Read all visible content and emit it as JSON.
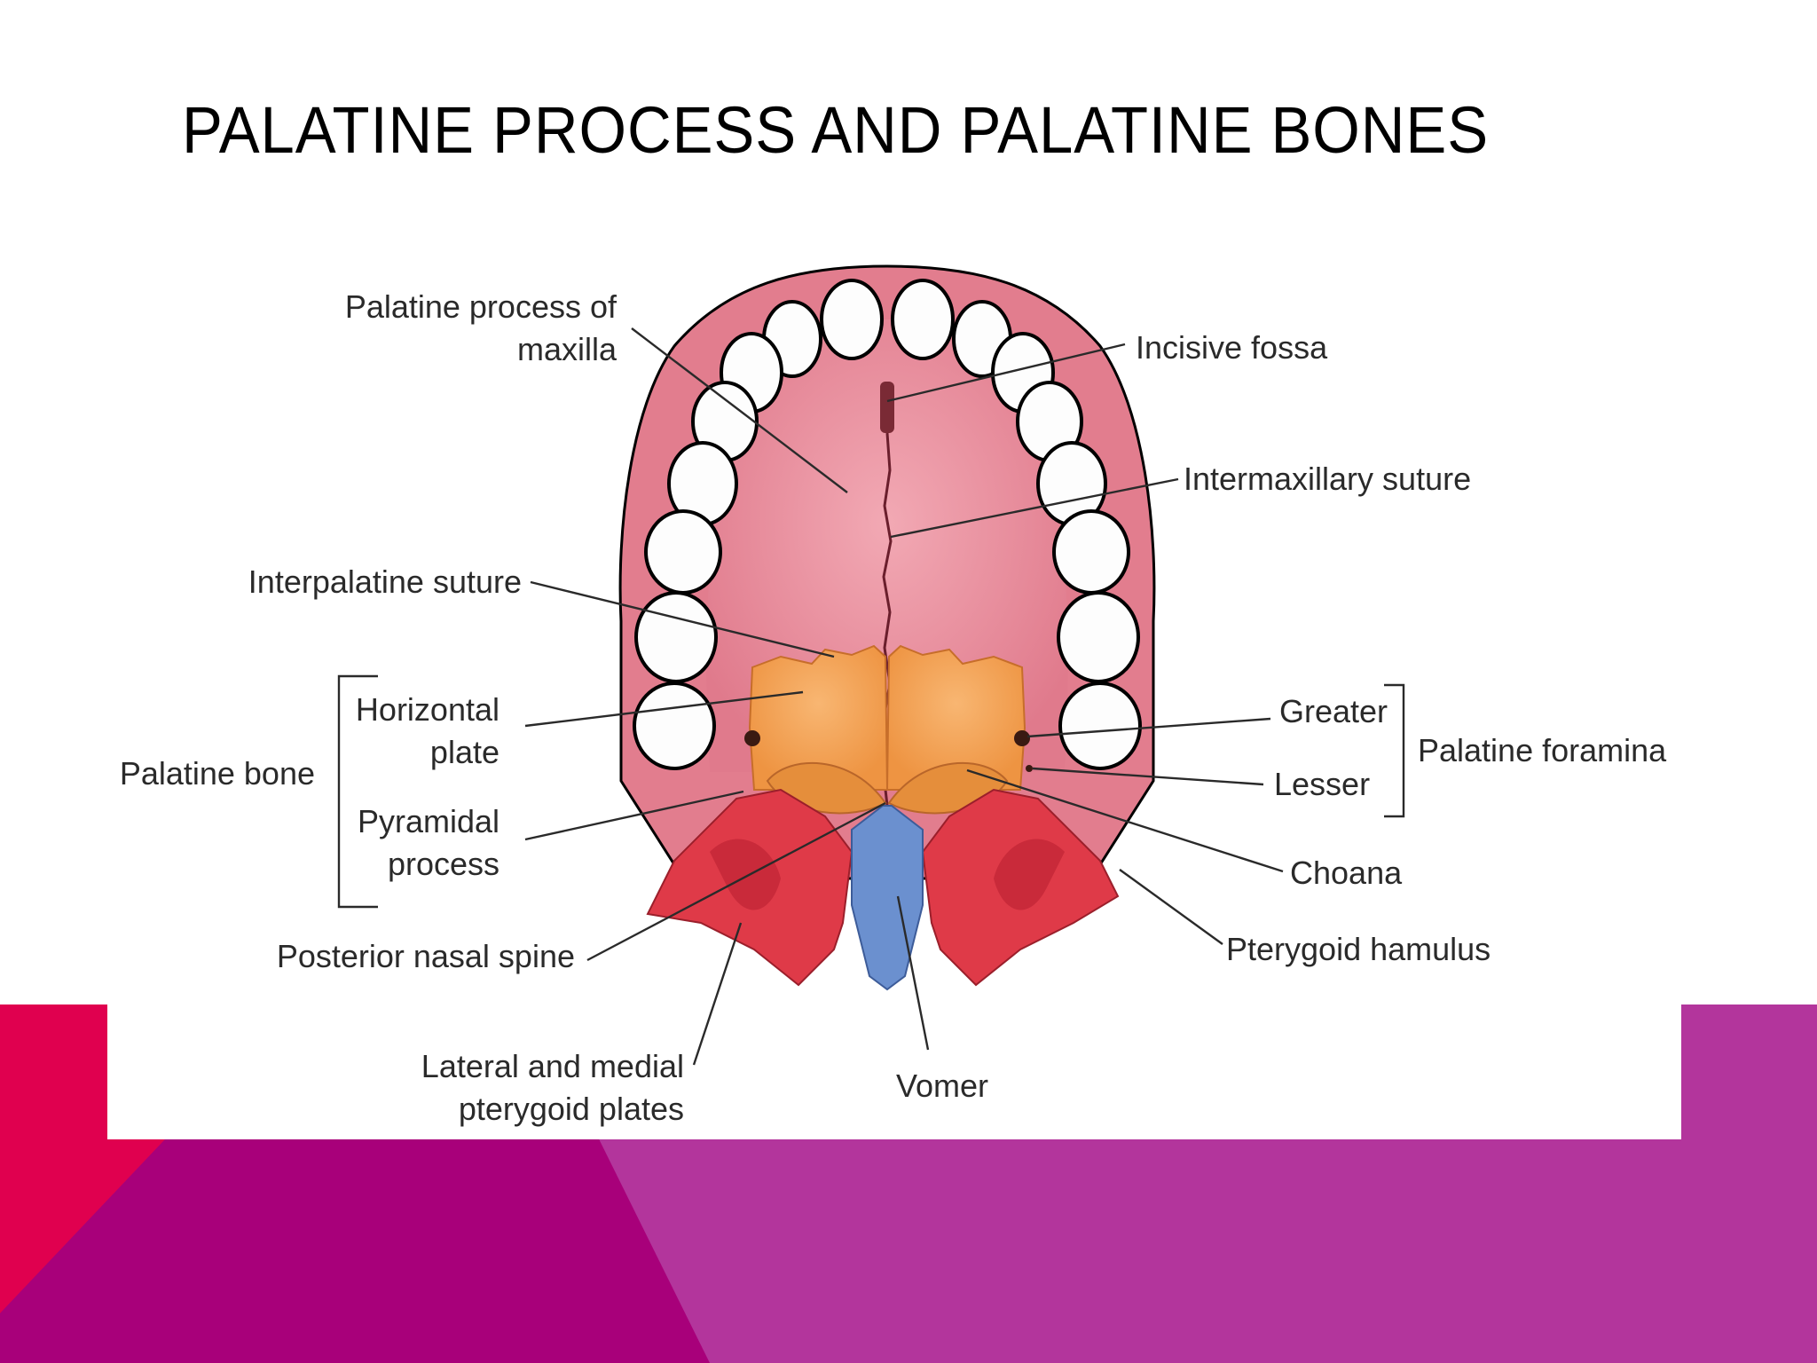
{
  "slide": {
    "title": "PALATINE PROCESS AND PALATINE BONES"
  },
  "diagram": {
    "labels": {
      "palatine_process_line1": "Palatine process of",
      "palatine_process_line2": "maxilla",
      "incisive_fossa": "Incisive fossa",
      "intermaxillary_suture": "Intermaxillary suture",
      "interpalatine_suture": "Interpalatine suture",
      "horizontal_plate_line1": "Horizontal",
      "horizontal_plate_line2": "plate",
      "palatine_bone": "Palatine bone",
      "pyramidal_process_line1": "Pyramidal",
      "pyramidal_process_line2": "process",
      "posterior_nasal_spine": "Posterior nasal spine",
      "pterygoid_plates_line1": "Lateral and medial",
      "pterygoid_plates_line2": "pterygoid plates",
      "vomer": "Vomer",
      "greater": "Greater",
      "lesser": "Lesser",
      "palatine_foramina": "Palatine foramina",
      "choana": "Choana",
      "pterygoid_hamulus": "Pterygoid hamulus"
    }
  },
  "colors": {
    "background": "#ffffff",
    "title": "#000000",
    "magenta_light": "#b3359c",
    "magenta_dark": "#a8007a",
    "crimson": "#e0004f",
    "palate_pink": "#e98c9a",
    "palatine_orange": "#f4a25a",
    "pterygoid_red": "#df3a48",
    "vomer_blue": "#6b90cf",
    "tooth_white": "#fdfdfd",
    "label_text": "#2a2a2a"
  }
}
